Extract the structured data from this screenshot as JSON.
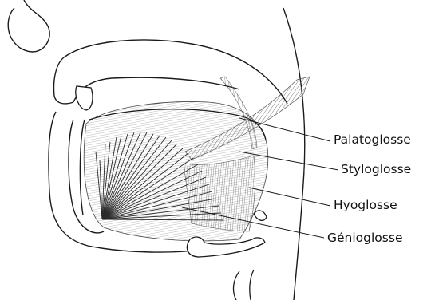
{
  "labels": {
    "palatoglossus": "Palatoglosse",
    "styloglossus": "Styloglosse",
    "hyoglossus": "Hyoglosse",
    "genioglossus": "Génioglosse"
  },
  "colors": {
    "line": "#1a1a1a",
    "shade": "#9a9a9a",
    "dark_fiber": "#2a2a2a"
  }
}
